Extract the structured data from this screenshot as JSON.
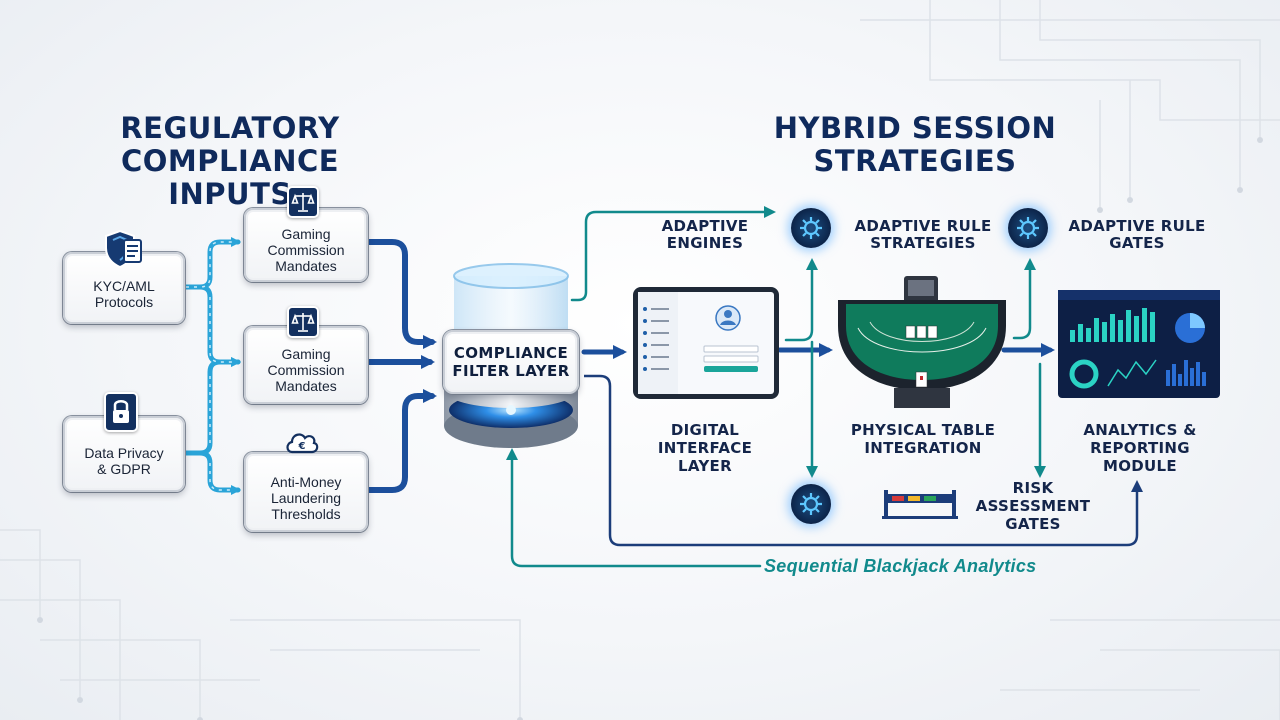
{
  "titles": {
    "left": [
      "REGULATORY",
      "COMPLIANCE INPUTS"
    ],
    "right": [
      "HYBRID SESSION",
      "STRATEGIES"
    ]
  },
  "inputs": {
    "kyc": [
      "KYC/AML",
      "Protocols"
    ],
    "privacy": [
      "Data Privacy",
      "& GDPR"
    ]
  },
  "mandates": {
    "m1": [
      "Gaming",
      "Commission",
      "Mandates"
    ],
    "m2": [
      "Gaming",
      "Commission",
      "Mandates"
    ],
    "m3": [
      "Anti-Money",
      "Laundering",
      "Thresholds"
    ]
  },
  "filter": [
    "COMPLIANCE",
    "FILTER LAYER"
  ],
  "nodes": {
    "adaptive_engines": [
      "ADAPTIVE",
      "ENGINES"
    ],
    "adaptive_rule_strategies": [
      "ADAPTIVE RULE",
      "STRATEGIES"
    ],
    "adaptive_rule_gates": [
      "ADAPTIVE RULE",
      "GATES"
    ],
    "digital_interface": [
      "DIGITAL",
      "INTERFACE",
      "LAYER"
    ],
    "physical_table": [
      "PHYSICAL TABLE",
      "INTEGRATION"
    ],
    "analytics": [
      "ANALYTICS &",
      "REPORTING",
      "MODULE"
    ],
    "risk": [
      "RISK",
      "ASSESSMENT",
      "GATES"
    ]
  },
  "caption": "Sequential Blackjack Analytics",
  "icons": {
    "kyc": "shield-document-icon",
    "privacy": "padlock-icon",
    "mandates": "scales-icon",
    "aml": "cloud-money-icon",
    "gears": "gear-icon"
  },
  "colors": {
    "navy": "#0f2a5c",
    "teal": "#118a8c",
    "blue_arrow": "#1c4f9c",
    "cyan_arrow": "#2aa4d8"
  }
}
